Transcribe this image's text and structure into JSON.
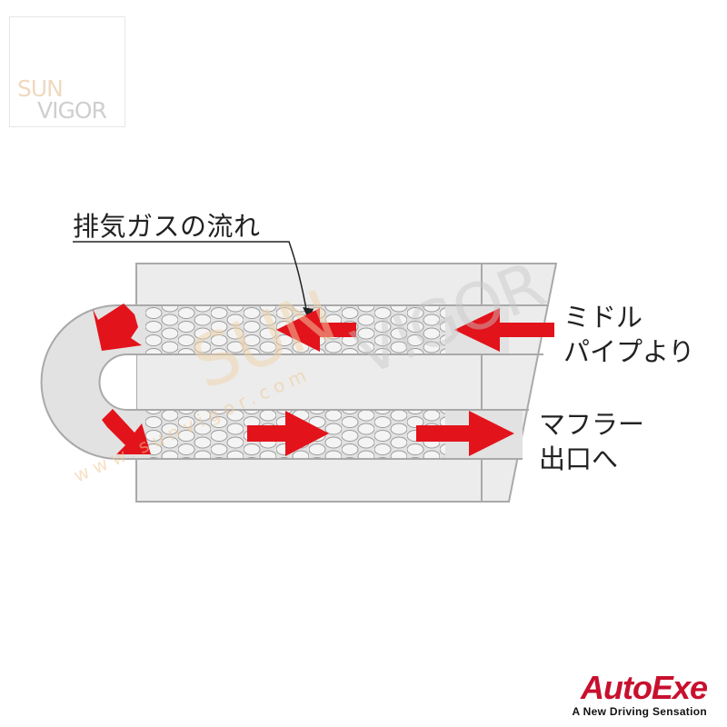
{
  "labels": {
    "title": "排気ガスの流れ",
    "inlet_line1": "ミドル",
    "inlet_line2": "パイプより",
    "outlet_line1": "マフラー",
    "outlet_line2": "出口へ"
  },
  "watermark": {
    "logo_line1": "SUN",
    "logo_line2": "VIGOR",
    "center_line1": "SUN",
    "center_line2": "VIGOR",
    "url": "www.sunvigor.com"
  },
  "brand": {
    "name": "AutoExe",
    "tagline": "A New Driving Sensation"
  },
  "colors": {
    "arrow": "#e3131b",
    "outline": "#a9a9a9",
    "body_fill": "#ececec",
    "tube_fill": "#e2e2e2",
    "brand": "#c8102e"
  }
}
